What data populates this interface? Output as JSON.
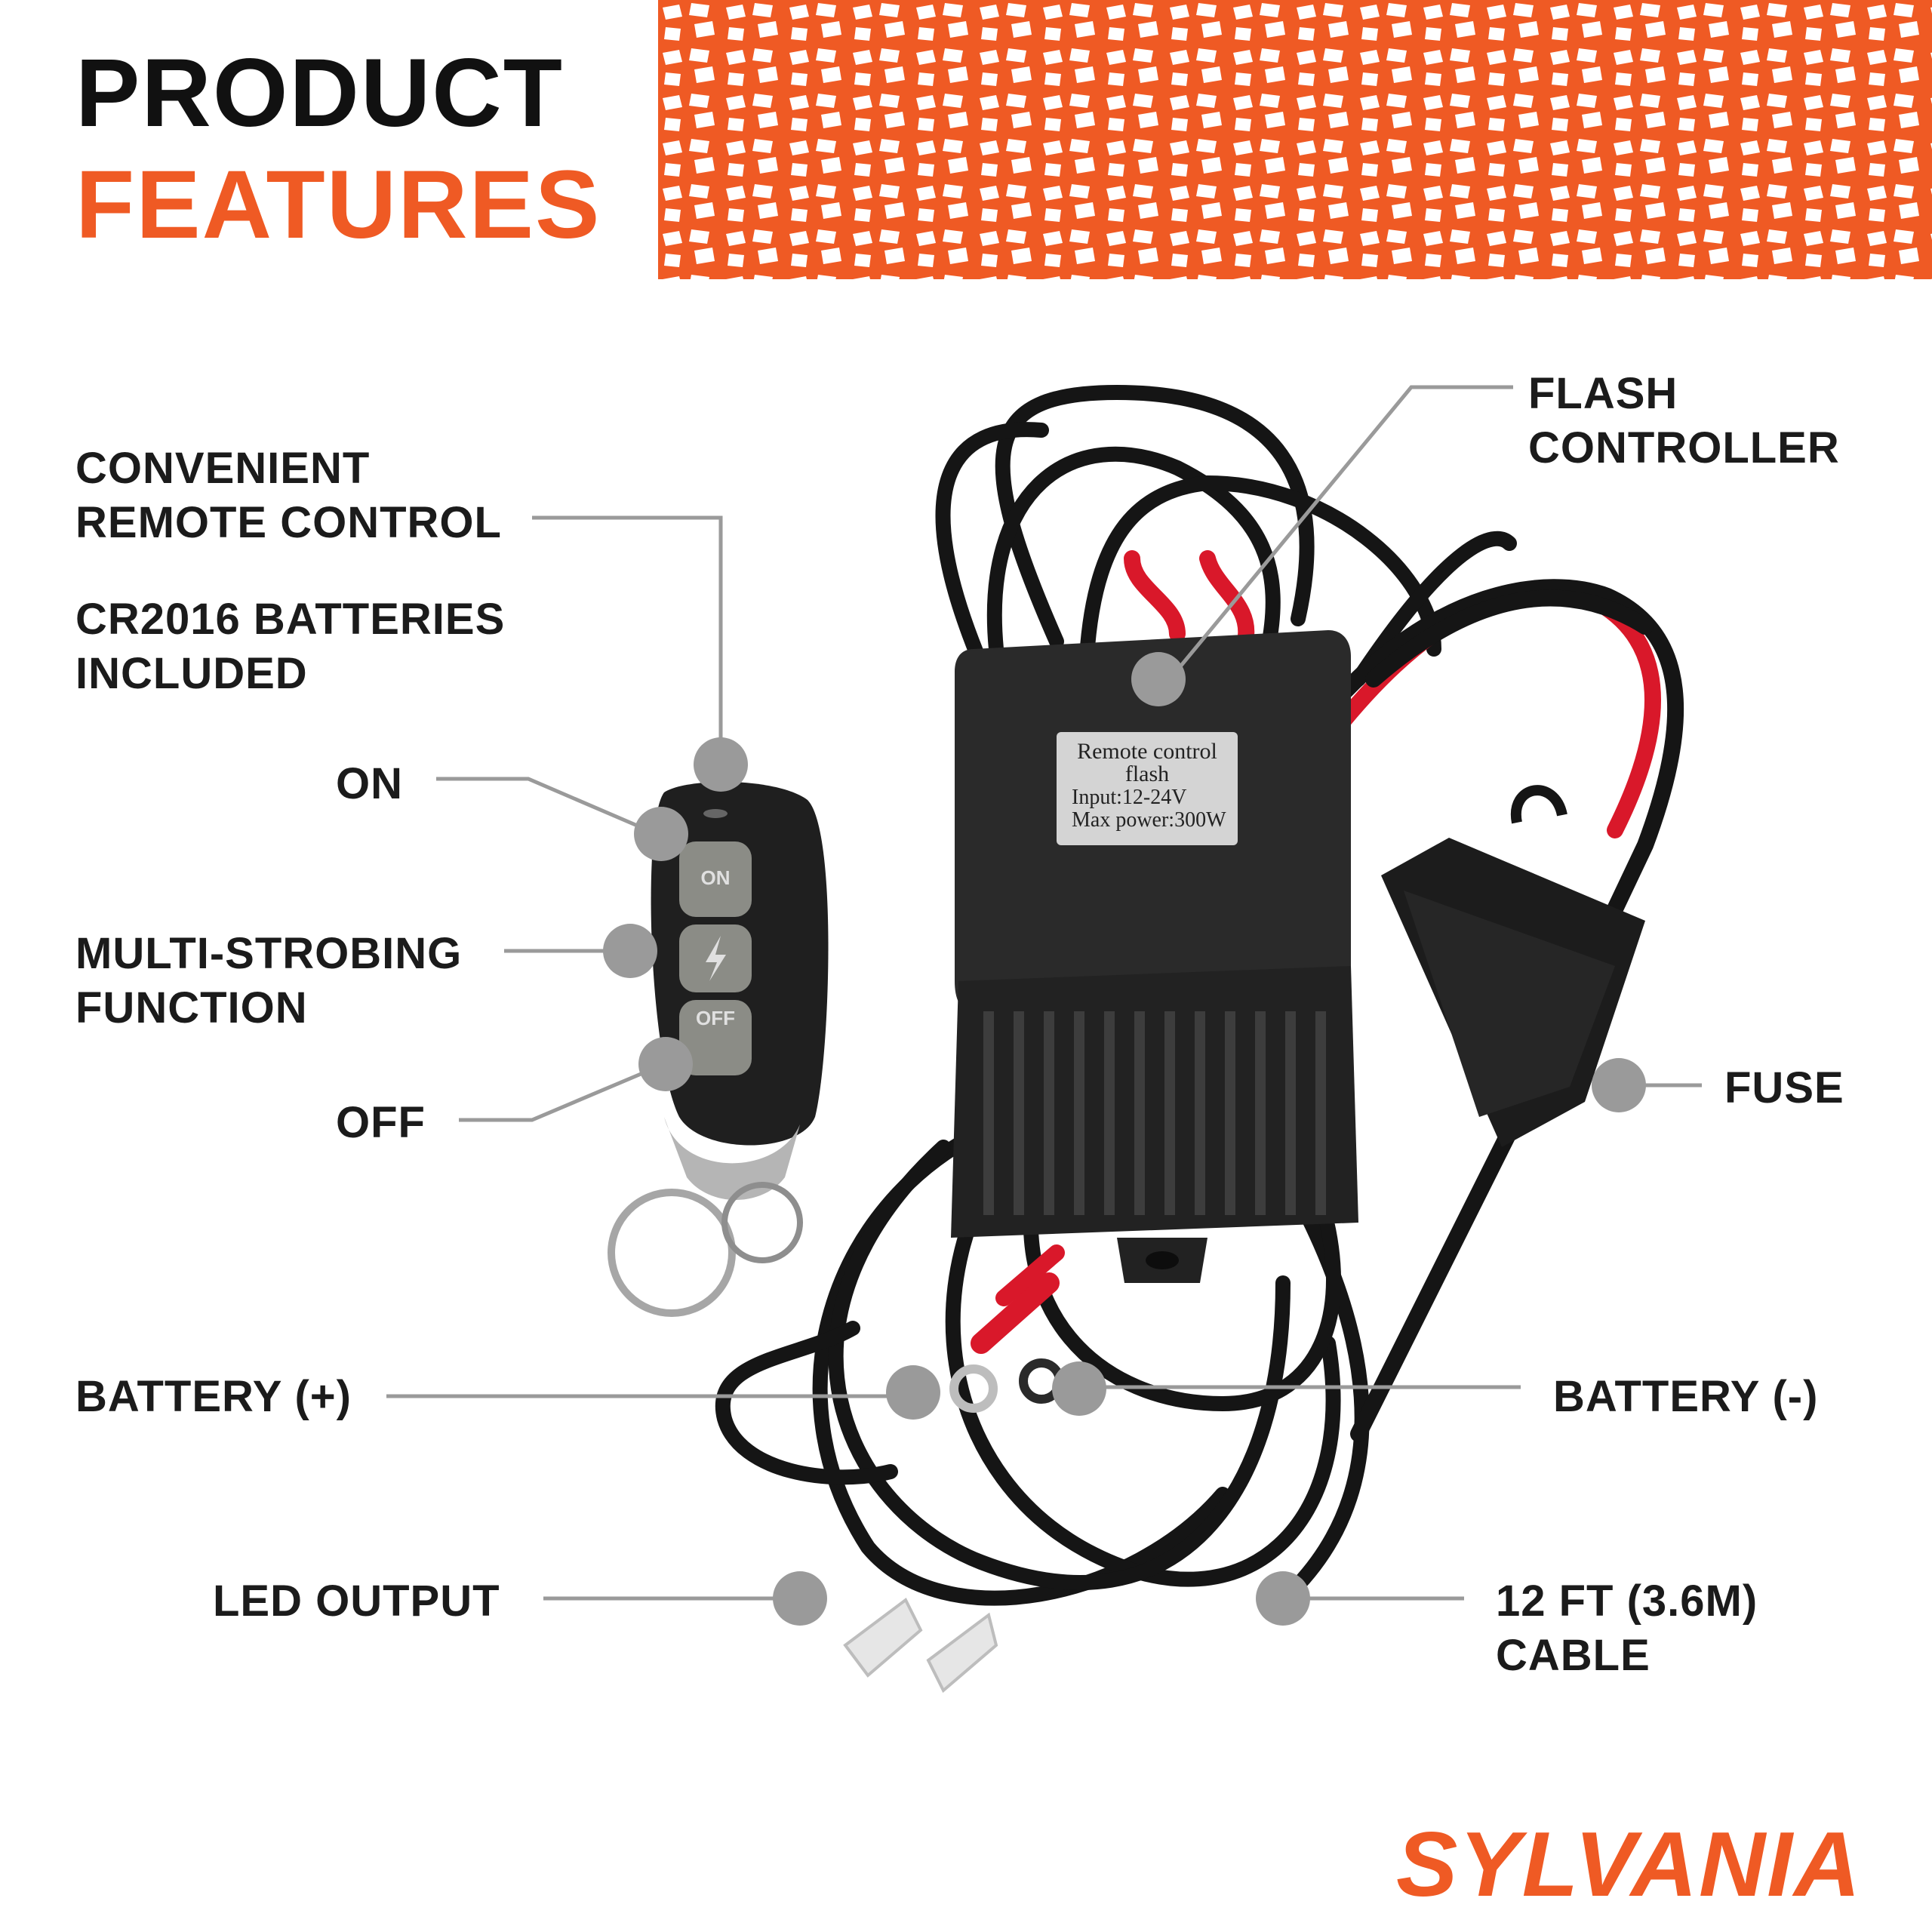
{
  "heading": {
    "line1": "PRODUCT",
    "line2": "FEATURES"
  },
  "colors": {
    "accent": "#ef5a24",
    "text": "#1b1b1b",
    "callout_dot": "#9a9a9a",
    "callout_line": "#9a9a9a"
  },
  "callouts": {
    "remote_control": [
      "CONVENIENT",
      "REMOTE CONTROL"
    ],
    "batteries": [
      "CR2016 BATTERIES",
      "INCLUDED"
    ],
    "on": "ON",
    "multi_strobing": [
      "MULTI-STROBING",
      "FUNCTION"
    ],
    "off": "OFF",
    "battery_pos": "BATTERY (+)",
    "led_output": "LED OUTPUT",
    "flash_controller": [
      "FLASH",
      "CONTROLLER"
    ],
    "fuse": "FUSE",
    "battery_neg": "BATTERY (-)",
    "cable": [
      "12 FT (3.6M)",
      "CABLE"
    ]
  },
  "remote_buttons": {
    "on": "ON",
    "off": "OFF"
  },
  "controller_label": [
    "Remote control",
    "flash",
    "Input:12-24V",
    "Max power:300W"
  ],
  "brand": "SYLVANIA"
}
